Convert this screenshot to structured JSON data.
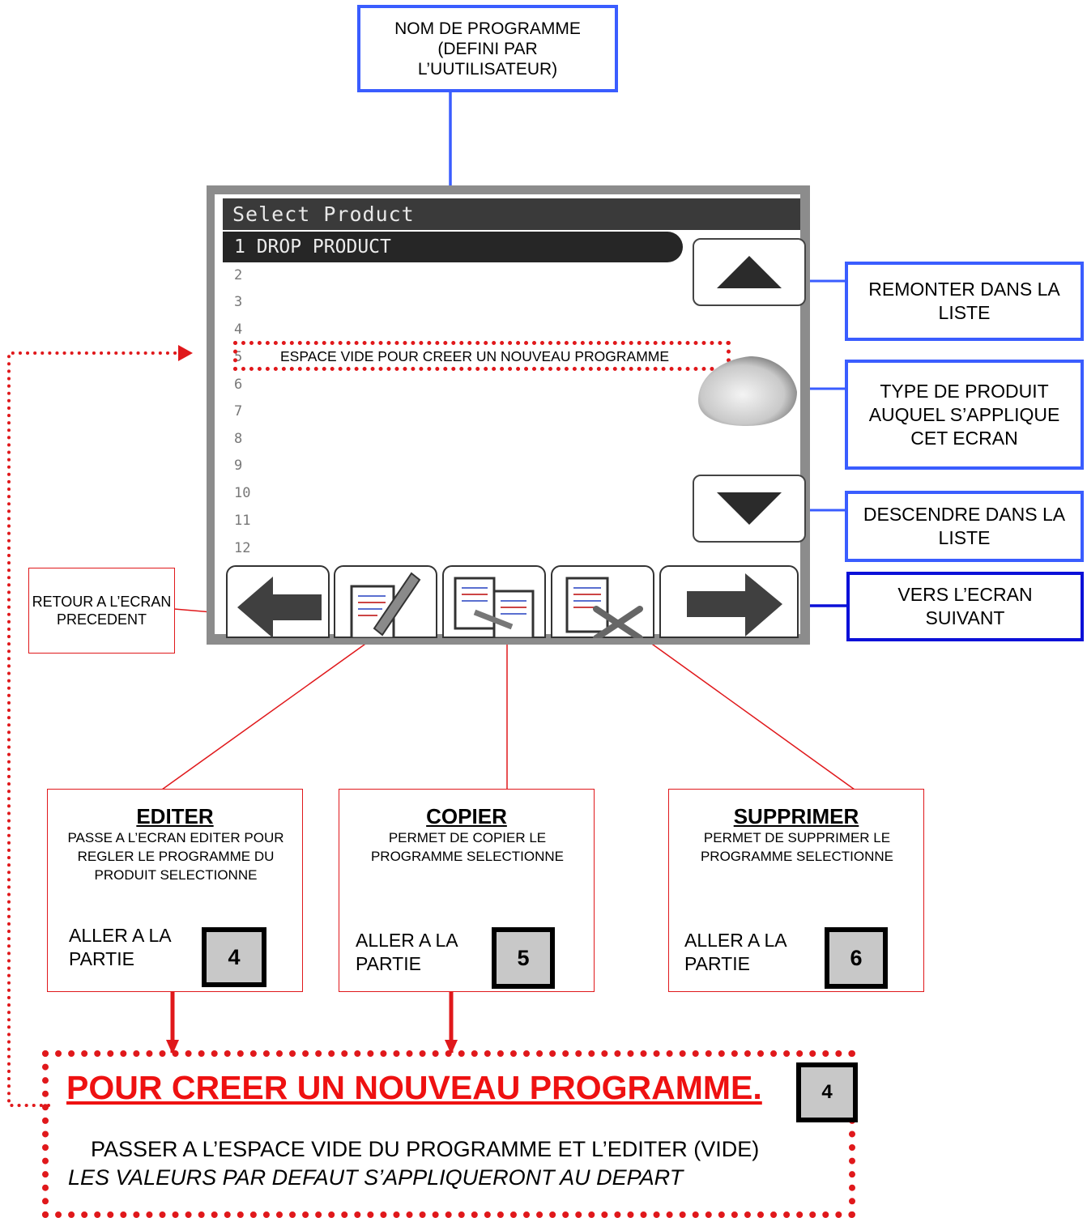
{
  "callouts": {
    "program_name": "NOM DE PROGRAMME (DEFINI PAR L’UUTILISATEUR)",
    "scroll_up": "REMONTER DANS LA LISTE",
    "product_type": "TYPE DE PRODUIT AUQUEL S’APPLIQUE CET ECRAN",
    "scroll_down": "DESCENDRE DANS LA LISTE",
    "next_screen": "VERS L’ECRAN SUIVANT",
    "previous_screen": "RETOUR A L’ECRAN PRECEDENT"
  },
  "screen": {
    "title": "Select Product",
    "selected_item": "1 DROP PRODUCT",
    "rows": [
      "2",
      "3",
      "4",
      "5",
      "6",
      "7",
      "8",
      "9",
      "10",
      "11",
      "12"
    ],
    "empty_slot_label": "ESPACE VIDE POUR CREER UN NOUVEAU PROGRAMME"
  },
  "actions": {
    "edit": {
      "heading": "EDITER",
      "description": "PASSE A L’ECRAN EDITER POUR REGLER LE PROGRAMME DU PRODUIT SELECTIONNE",
      "goto_label": "ALLER A LA PARTIE",
      "section": "4"
    },
    "copy": {
      "heading": "COPIER",
      "description": "PERMET DE COPIER LE PROGRAMME SELECTIONNE",
      "goto_label": "ALLER A LA PARTIE",
      "section": "5"
    },
    "delete": {
      "heading": "SUPPRIMER",
      "description": "PERMET DE SUPPRIMER LE PROGRAMME SELECTIONNE",
      "goto_label": "ALLER A LA PARTIE",
      "section": "6"
    }
  },
  "new_program": {
    "title": "POUR CREER UN NOUVEAU PROGRAMME.",
    "section": "4",
    "line1": "PASSER A L’ESPACE VIDE DU PROGRAMME ET L’EDITER (VIDE)",
    "line2": "LES VALEURS PAR DEFAUT S’APPLIQUERONT AU DEPART"
  },
  "colors": {
    "callout_blue": "#3a5dff",
    "callout_dark_blue": "#0b10d8",
    "annotation_red": "#e0181b",
    "screen_frame": "#8c8c8c"
  }
}
